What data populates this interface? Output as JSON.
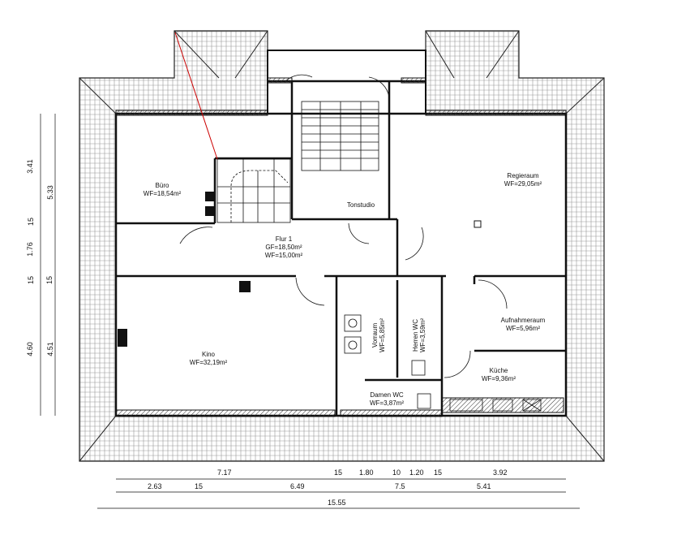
{
  "rooms": {
    "buero": {
      "name": "Büro",
      "area": "WF=18,54m²"
    },
    "regieraum": {
      "name": "Regieraum",
      "area": "WF=29,05m²"
    },
    "tonstudio": {
      "name": "Tonstudio"
    },
    "flur": {
      "name": "Flur 1",
      "gf": "GF=18,50m²",
      "wf": "WF=15,00m²"
    },
    "kino": {
      "name": "Kino",
      "area": "WF=32,19m²"
    },
    "vorraum": {
      "name": "Vorraum",
      "area": "WF=5,85m²"
    },
    "herren_wc": {
      "name": "Herren WC",
      "area": "WF=3,59m²"
    },
    "damen_wc": {
      "name": "Damen WC",
      "area": "WF=3,87m²"
    },
    "aufnahmeraum": {
      "name": "Aufnahmeraum",
      "area": "WF=5,96m²"
    },
    "kueche": {
      "name": "Küche",
      "area": "WF=9,36m²"
    }
  },
  "dimensions": {
    "bottom_row1": [
      "7.17",
      "15",
      "1.80",
      "10",
      "1.20",
      "15",
      "3.92"
    ],
    "bottom_row2": [
      "2.63",
      "15",
      "6.49",
      "7.5",
      "5.41"
    ],
    "bottom_total": "15.55",
    "left_outer": [
      "3.41",
      "15",
      "1.76",
      "15",
      "4.60"
    ],
    "left_inner": [
      "5.33",
      "15",
      "4.51"
    ]
  },
  "colors": {
    "line": "#1a1a1a",
    "hatch": "#555555",
    "accent": "#cc0000"
  }
}
